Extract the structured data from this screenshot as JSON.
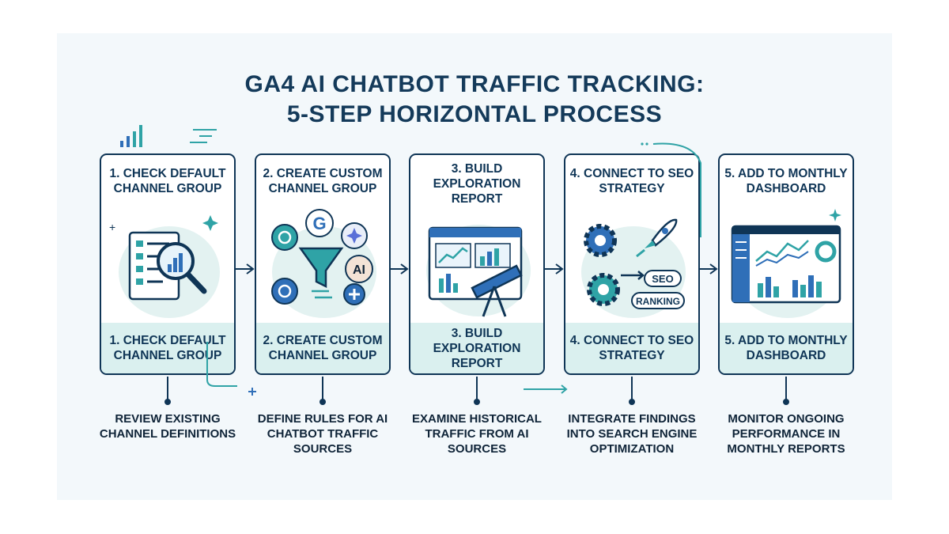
{
  "title_line1": "GA4 AI CHATBOT TRAFFIC TRACKING:",
  "title_line2": "5-STEP HORIZONTAL PROCESS",
  "colors": {
    "navy": "#0f3556",
    "teal": "#2fa3a6",
    "blue": "#2f6fb8",
    "mint": "#daf0ef",
    "background": "#f3f8fb"
  },
  "steps": [
    {
      "head": "1. CHECK DEFAULT CHANNEL GROUP",
      "foot": "1. CHECK DEFAULT CHANNEL GROUP",
      "desc": "REVIEW EXISTING CHANNEL DEFINITIONS",
      "icons": [
        "checklist-document-icon",
        "magnifying-glass-icon",
        "sparkle-icon"
      ]
    },
    {
      "head": "2. CREATE CUSTOM CHANNEL GROUP",
      "foot": "2. CREATE CUSTOM CHANNEL GROUP",
      "desc": "DEFINE RULES FOR AI CHATBOT TRAFFIC SOURCES",
      "icons": [
        "chatgpt-icon",
        "google-icon",
        "gemini-sparkle-icon",
        "ai-badge-icon",
        "funnel-icon",
        "plus-icon"
      ],
      "badges": {
        "google": "G",
        "ai": "AI"
      }
    },
    {
      "head": "3. BUILD EXPLORATION REPORT",
      "foot": "3. BUILD EXPLORATION REPORT",
      "desc": "EXAMINE HISTORICAL TRAFFIC FROM AI SOURCES",
      "icons": [
        "browser-chart-icon",
        "telescope-icon"
      ]
    },
    {
      "head": "4. CONNECT TO SEO STRATEGY",
      "foot": "4. CONNECT TO SEO STRATEGY",
      "desc": "INTEGRATE FINDINGS INTO SEARCH ENGINE OPTIMIZATION",
      "icons": [
        "gear-icon",
        "rocket-icon"
      ],
      "tags": [
        "SEO",
        "RANKING"
      ]
    },
    {
      "head": "5. ADD TO MONTHLY DASHBOARD",
      "foot": "5. ADD TO MONTHLY DASHBOARD",
      "desc": "MONITOR ONGOING PERFORMANCE IN MONTHLY REPORTS",
      "icons": [
        "dashboard-icon",
        "sparkle-icon"
      ]
    }
  ]
}
